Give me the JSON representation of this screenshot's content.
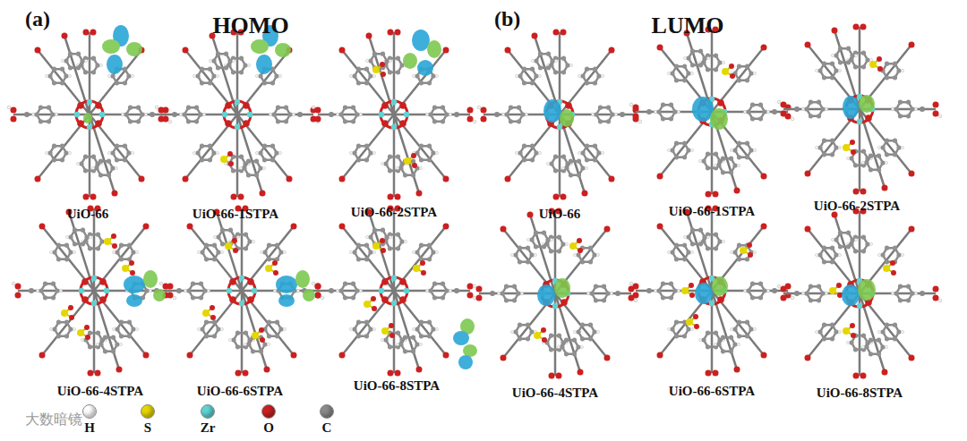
{
  "diagram": {
    "labels": [
      "(a)",
      "HOMO",
      "(b)",
      "LUMO",
      "UiO-66",
      "UiO-66-1STPA",
      "UiO-66-2STPA",
      "UiO-66-4STPA",
      "UiO-66-6STPA",
      "UiO-66-8STPA",
      "UiO-66",
      "UiO-66-1STPA",
      "UiO-66-2STPA",
      "UiO-66-4STPA",
      "UiO-66-6STPA",
      "UiO-66-8STPA",
      "大数暗镜"
    ],
    "legend": [
      {
        "text": "H",
        "color": "#ffffff"
      },
      {
        "text": "S",
        "color": "#e6d600"
      },
      {
        "text": "Zr",
        "color": "#5fd3d3"
      },
      {
        "text": "O",
        "color": "#cc2020"
      },
      {
        "text": "C",
        "color": "#8a8a8a"
      }
    ]
  }
}
